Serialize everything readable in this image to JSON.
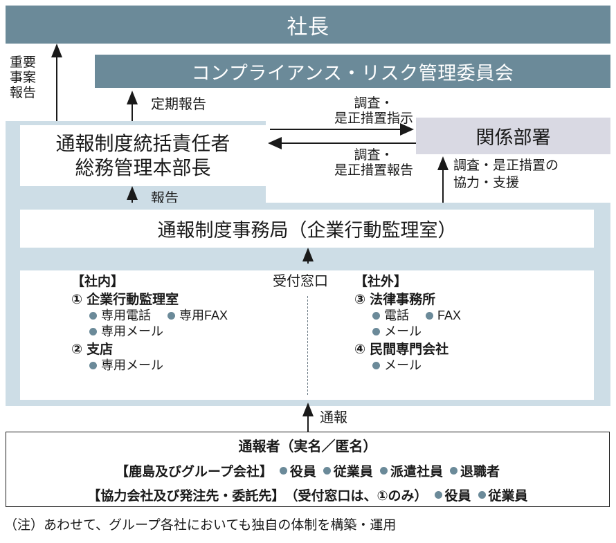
{
  "diagram": {
    "president_bar": "社長",
    "committee_bar": "コンプライアンス・リスク管理委員会",
    "chief_box_line1": "通報制度統括責任者",
    "chief_box_line2": "総務管理本部長",
    "related_dept_box": "関係部署",
    "office_box": "通報制度事務局（企業行動監理室）",
    "labels": {
      "important_report_l1": "重要",
      "important_report_l2": "事案",
      "important_report_l3": "報告",
      "periodic_report": "定期報告",
      "report": "報告",
      "investigate_order_l1": "調査・",
      "investigate_order_l2": "是正措置指示",
      "investigate_report_l1": "調査・",
      "investigate_report_l2": "是正措置報告",
      "cooperation_l1": "調査・是正措置の",
      "cooperation_l2": "協力・支援",
      "contact_point": "受付窓口",
      "whistleblow": "通報"
    },
    "internal": {
      "heading": "【社内】",
      "items": [
        {
          "number": "①",
          "name": "企業行動監理室",
          "channels": [
            [
              "専用電話",
              "専用FAX"
            ],
            [
              "専用メール"
            ]
          ]
        },
        {
          "number": "②",
          "name": "支店",
          "channels": [
            [
              "専用メール"
            ]
          ]
        }
      ]
    },
    "external": {
      "heading": "【社外】",
      "items": [
        {
          "number": "③",
          "name": "法律事務所",
          "channels": [
            [
              "電話",
              "FAX"
            ],
            [
              "メール"
            ]
          ]
        },
        {
          "number": "④",
          "name": "民間専門会社",
          "channels": [
            [
              "メール"
            ]
          ]
        }
      ]
    },
    "reporter": {
      "title": "通報者（実名／匿名）",
      "rows": [
        {
          "scope": "【鹿島及びグループ会社】",
          "paren": "",
          "people": [
            "役員",
            "従業員",
            "派遣社員",
            "退職者"
          ]
        },
        {
          "scope": "【協力会社及び発注先・委託先】",
          "paren": "（受付窓口は、①のみ）",
          "people": [
            "役員",
            "従業員"
          ]
        }
      ]
    },
    "footnote": "（注）あわせて、グループ各社においても独自の体制を構築・運用"
  },
  "colors": {
    "bar": "#6b8a99",
    "panel": "#cddde6",
    "lavender": "#d9d9e3",
    "line": "#1a1a1a",
    "dot": "#6b8a99"
  }
}
